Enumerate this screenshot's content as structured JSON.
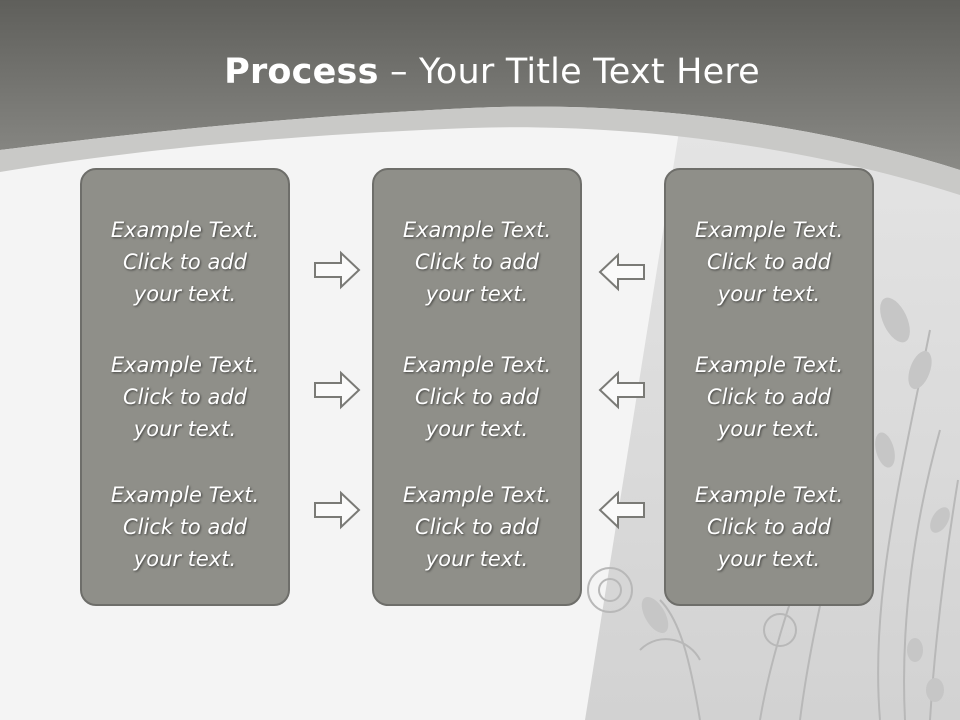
{
  "title": {
    "bold": "Process",
    "rest": " – Your Title Text Here"
  },
  "columns": [
    {
      "items": [
        {
          "line1": "Example Text.",
          "line2": "Click  to add",
          "line3": "your text."
        },
        {
          "line1": "Example Text.",
          "line2": "Click  to add",
          "line3": "your text."
        },
        {
          "line1": "Example Text.",
          "line2": "Click  to add",
          "line3": "your text."
        }
      ]
    },
    {
      "items": [
        {
          "line1": "Example Text.",
          "line2": "Click  to add",
          "line3": "your text."
        },
        {
          "line1": "Example Text.",
          "line2": "Click  to add",
          "line3": "your text."
        },
        {
          "line1": "Example Text.",
          "line2": "Click  to add",
          "line3": "your text."
        }
      ]
    },
    {
      "items": [
        {
          "line1": "Example Text.",
          "line2": "Click  to add",
          "line3": "your text."
        },
        {
          "line1": "Example Text.",
          "line2": "Click  to add",
          "line3": "your text."
        },
        {
          "line1": "Example Text.",
          "line2": "Click  to add",
          "line3": "your text."
        }
      ]
    }
  ],
  "arrows": {
    "left_group": "arrow-right-icon",
    "right_group": "arrow-left-icon"
  },
  "colors": {
    "header": "#6f6f6b",
    "box_fill": "#8f8f89",
    "box_border": "#6e6e6a",
    "background": "#f4f4f4"
  }
}
